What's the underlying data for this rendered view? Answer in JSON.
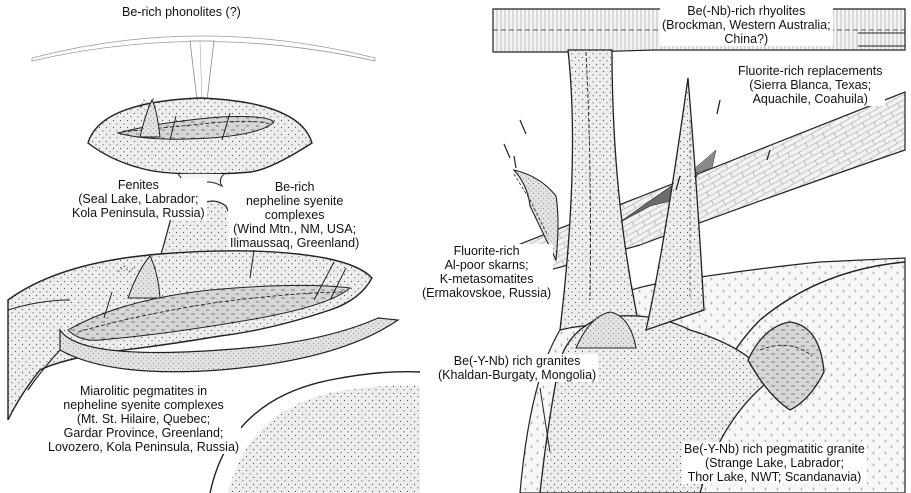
{
  "labels": {
    "phonolites": [
      "Be-rich phonolites (?)"
    ],
    "fenites": [
      "Fenites",
      "(Seal Lake, Labrador;",
      "Kola Peninsula, Russia)"
    ],
    "nepheline_syenite": [
      "Be-rich",
      "nepheline syenite",
      "complexes",
      "(Wind Mtn., NM, USA;",
      "Ilimaussaq, Greenland)"
    ],
    "miarolitic": [
      "Miarolitic pegmatites in",
      "nepheline syenite complexes",
      "(Mt. St. Hilaire, Quebec;",
      "Gardar Province, Greenland;",
      "Lovozero, Kola Peninsula, Russia)"
    ],
    "rhyolites": [
      "Be(-Nb)-rich rhyolites",
      "(Brockman, Western Australia;",
      "China?)"
    ],
    "fluorite_replacements": [
      "Fluorite-rich replacements",
      "(Sierra Blanca, Texas;",
      "Aquachile, Coahuila)"
    ],
    "skarns": [
      "Fluorite-rich",
      "Al-poor skarns;",
      "K-metasomatites",
      "(Ermakovskoe, Russia)"
    ],
    "granites": [
      "Be(-Y-Nb) rich granites",
      "(Khaldan-Burgaty, Mongolia)"
    ],
    "pegmatitic_granite": [
      "Be(-Y-Nb) rich pegmatitic granite",
      "(Strange Lake, Labrador;",
      "Thor Lake, NWT; Scandanavia)"
    ]
  }
}
